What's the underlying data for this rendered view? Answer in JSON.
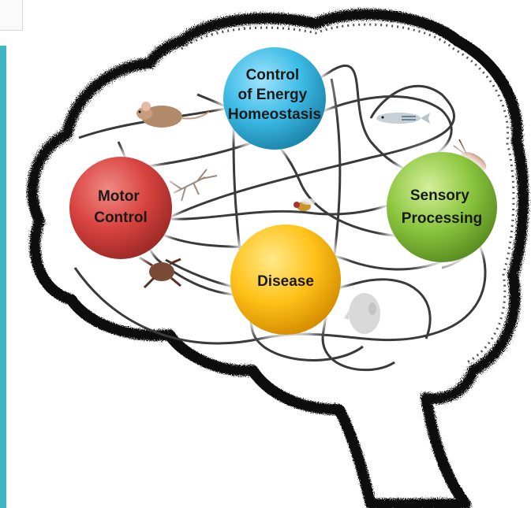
{
  "colors": {
    "accent_bar": "#3fb6c3",
    "motor": "#d9433f",
    "energy": "#3cbbe6",
    "sensory": "#8cc63f",
    "disease": "#ffc21a",
    "network_lines": "#3a3a3a",
    "brain_outline": "#111111"
  },
  "nodes": [
    {
      "id": "energy",
      "lines": [
        "Control",
        "of Energy",
        "Homeostasis"
      ]
    },
    {
      "id": "motor",
      "lines": [
        "Motor",
        "Control"
      ]
    },
    {
      "id": "sensory",
      "lines": [
        "Sensory",
        "Processing"
      ]
    },
    {
      "id": "disease",
      "lines": [
        "Disease"
      ]
    }
  ],
  "organisms": [
    {
      "name": "mouse-icon"
    },
    {
      "name": "zebrafish-icon"
    },
    {
      "name": "stick-insect-icon"
    },
    {
      "name": "fruit-fly-icon"
    },
    {
      "name": "cockroach-icon"
    },
    {
      "name": "crayfish-icon"
    },
    {
      "name": "human-head-icon"
    }
  ]
}
